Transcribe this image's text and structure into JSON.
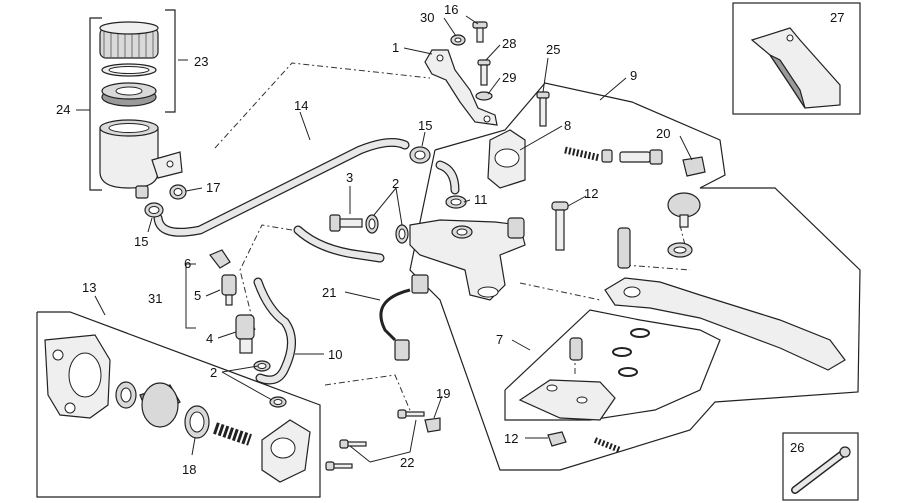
{
  "callouts": {
    "c1": "1",
    "c2a": "2",
    "c2b": "2",
    "c3": "3",
    "c4": "4",
    "c5": "5",
    "c6": "6",
    "c7": "7",
    "c8": "8",
    "c9": "9",
    "c10": "10",
    "c11": "11",
    "c12a": "12",
    "c12b": "12",
    "c13": "13",
    "c14": "14",
    "c15a": "15",
    "c15b": "15",
    "c16": "16",
    "c17": "17",
    "c18": "18",
    "c19": "19",
    "c20": "20",
    "c21": "21",
    "c22": "22",
    "c23": "23",
    "c24": "24",
    "c25": "25",
    "c26": "26",
    "c27": "27",
    "c28": "28",
    "c29": "29",
    "c30": "30",
    "c31": "31"
  }
}
